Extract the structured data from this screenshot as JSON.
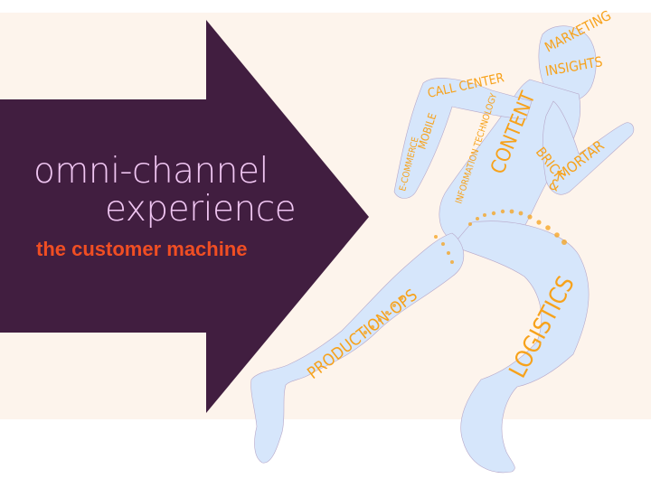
{
  "heading": {
    "line1": "omni-channel",
    "line2": "experience",
    "subtitle": "the customer machine"
  },
  "figure_words": {
    "marketing": "MARKETING",
    "insights": "INSIGHTS",
    "call_center": "CALL CENTER",
    "mobile": "MOBILE",
    "ecommerce": "E-COMMERCE",
    "information_technology": "INFORMATION TECHNOLOGY",
    "content": "CONTENT",
    "brick": "BRICK",
    "ampersand": "&",
    "mortar": "MORTAR",
    "production_ops": "PRODUCTION-OPS",
    "logistics": "LOGISTICS"
  },
  "colors": {
    "background": "#fdf4ec",
    "arrow": "#411e40",
    "title": "#f0c6f2",
    "subtitle": "#f04e23",
    "figure": "#d6e6fb",
    "words": "#f7a21b"
  }
}
